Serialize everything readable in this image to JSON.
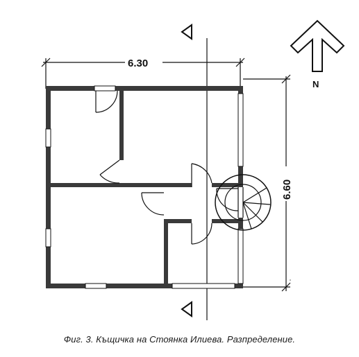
{
  "plan": {
    "width_dimension": "6.30",
    "height_dimension": "6.60",
    "north_label": "N"
  },
  "caption": "Фиг. 3. Къщичка на Стоянка Илиева. Разпределение."
}
